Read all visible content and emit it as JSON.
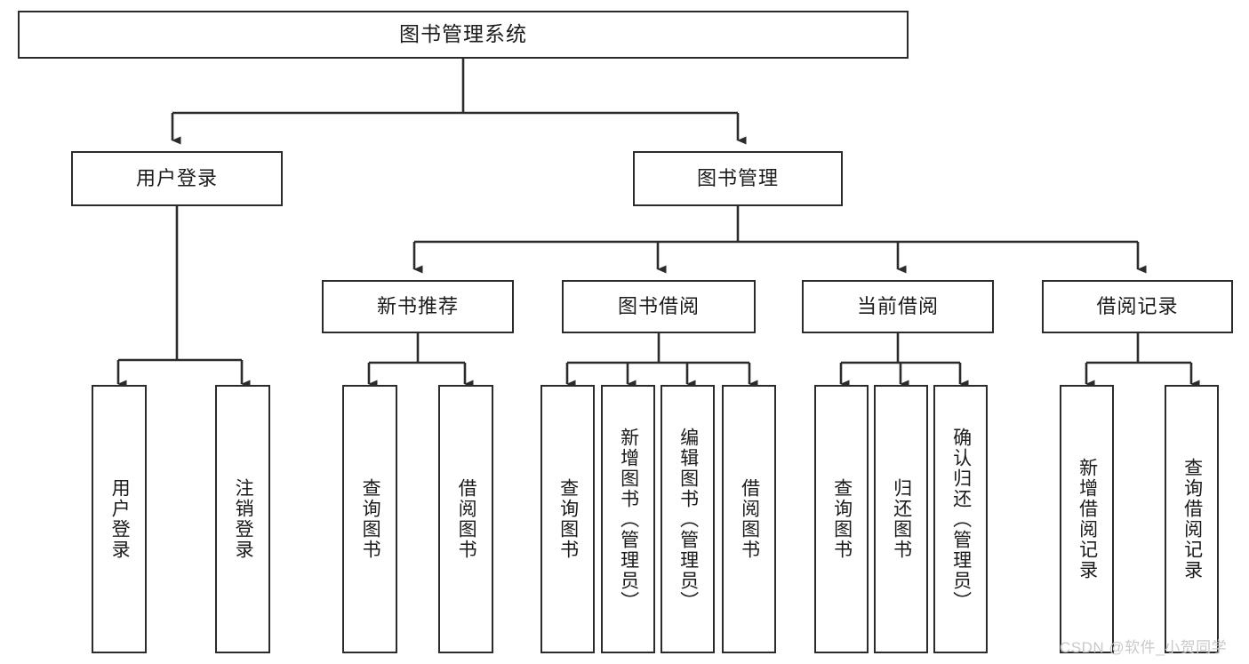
{
  "diagram": {
    "title": "图书管理系统",
    "type": "功能结构图",
    "watermark": "CSDN @软件_小贺同学",
    "colors": {
      "border": "#2b2b2b",
      "background": "#ffffff",
      "text": "#1b1b1b",
      "watermark": "#c9c9c9"
    },
    "nodes": {
      "root": {
        "label": "图书管理系统"
      },
      "level2": [
        {
          "label": "用户登录"
        },
        {
          "label": "图书管理"
        }
      ],
      "level3": [
        {
          "label": "新书推荐"
        },
        {
          "label": "图书借阅"
        },
        {
          "label": "当前借阅"
        },
        {
          "label": "借阅记录"
        }
      ],
      "leaves": {
        "user_login": [
          {
            "label": "用户登录"
          },
          {
            "label": "注销登录"
          }
        ],
        "new_book_recommend": [
          {
            "label": "查询图书"
          },
          {
            "label": "借阅图书"
          }
        ],
        "book_borrow": [
          {
            "label": "查询图书"
          },
          {
            "label": "新增图书（管理员）"
          },
          {
            "label": "编辑图书（管理员）"
          },
          {
            "label": "借阅图书"
          }
        ],
        "current_borrow": [
          {
            "label": "查询图书"
          },
          {
            "label": "归还图书"
          },
          {
            "label": "确认归还（管理员）"
          }
        ],
        "borrow_record": [
          {
            "label": "新增借阅记录"
          },
          {
            "label": "查询借阅记录"
          }
        ]
      }
    }
  }
}
